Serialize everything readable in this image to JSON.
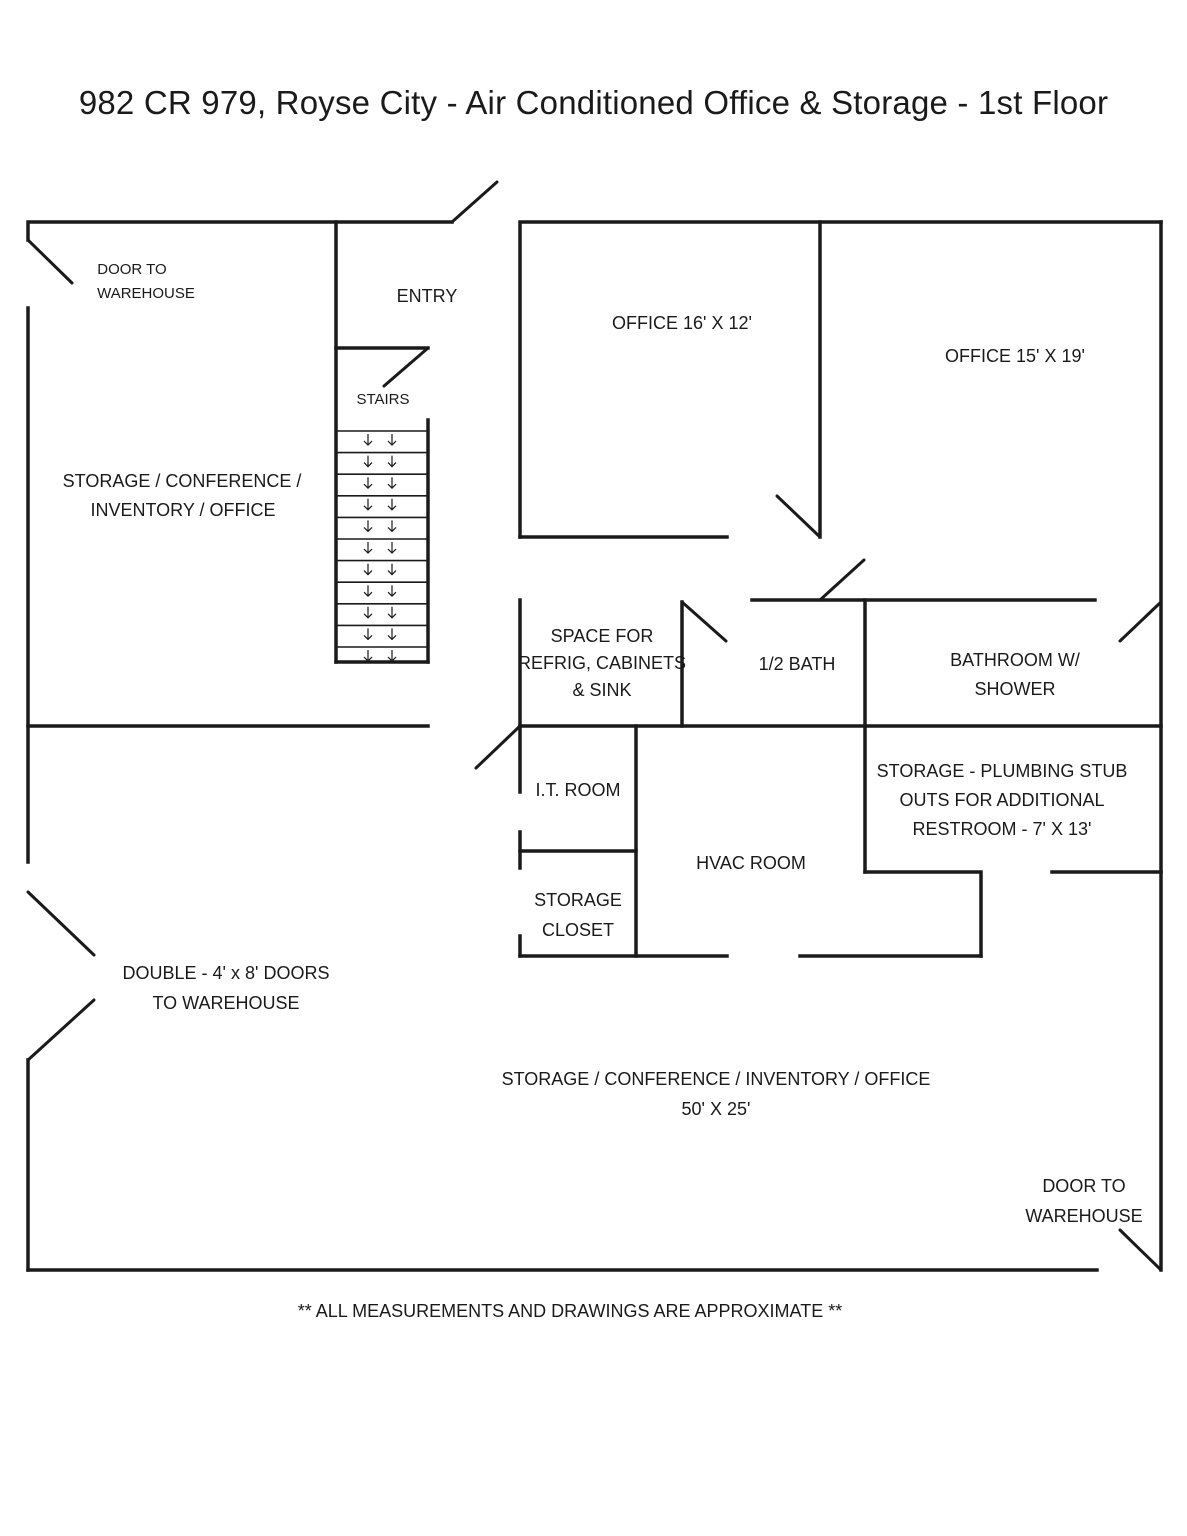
{
  "title": "982 CR 979,  Royse City -  Air Conditioned Office & Storage - 1st Floor",
  "labels": {
    "door_nw_1": "DOOR TO",
    "door_nw_2": "WAREHOUSE",
    "entry": "ENTRY",
    "stairs": "STAIRS",
    "storage_west_1": "STORAGE / CONFERENCE /",
    "storage_west_2": "INVENTORY / OFFICE",
    "office_a": "OFFICE  16' X 12'",
    "office_b": "OFFICE  15' X 19'",
    "kitchen_1": "SPACE FOR",
    "kitchen_2": "REFRIG, CABINETS",
    "kitchen_3": "& SINK",
    "half_bath": "1/2 BATH",
    "bath_1": "BATHROOM W/",
    "bath_2": "SHOWER",
    "it_room": "I.T. ROOM",
    "hvac": "HVAC ROOM",
    "storage_plumb_1": "STORAGE  - PLUMBING  STUB",
    "storage_plumb_2": "OUTS FOR ADDITIONAL",
    "storage_plumb_3": "RESTROOM  -    7' X 13'",
    "closet_1": "STORAGE",
    "closet_2": "CLOSET",
    "double_door_1": "DOUBLE - 4' x 8' DOORS",
    "double_door_2": "TO WAREHOUSE",
    "storage_main_1": "STORAGE / CONFERENCE / INVENTORY / OFFICE",
    "storage_main_2": "50' X 25'",
    "door_se_1": "DOOR TO",
    "door_se_2": "WAREHOUSE"
  },
  "footnote": "** ALL MEASUREMENTS AND DRAWINGS ARE APPROXIMATE **"
}
